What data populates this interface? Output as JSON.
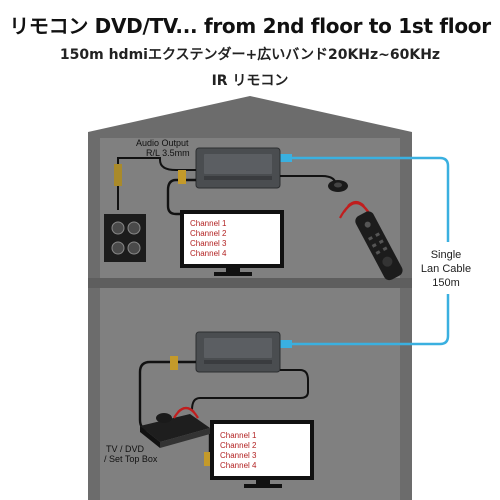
{
  "header": {
    "title": "リモコン DVD/TV... from 2nd floor to 1st floor",
    "subtitle": "150m hdmiエクステンダー+広いバンド20KHz~60KHz",
    "subtitle2": "IR リモコン"
  },
  "upper_floor": {
    "audio_label_1": "Audio Output",
    "audio_label_2": "R/L 3.5mm",
    "channels": [
      "Channel 1",
      "Channel 2",
      "Channel 3",
      "Channel 4"
    ]
  },
  "cable": {
    "line1": "Single",
    "line2": "Lan Cable",
    "line3": "150m"
  },
  "lower_floor": {
    "source_label_1": "TV / DVD",
    "source_label_2": "/ Set Top Box",
    "channels": [
      "Channel 1",
      "Channel 2",
      "Channel 3",
      "Channel 4"
    ]
  },
  "colors": {
    "house": "#6f6f6f",
    "interior": "#7f7f7f",
    "lan_cable": "#3ab0e0"
  }
}
